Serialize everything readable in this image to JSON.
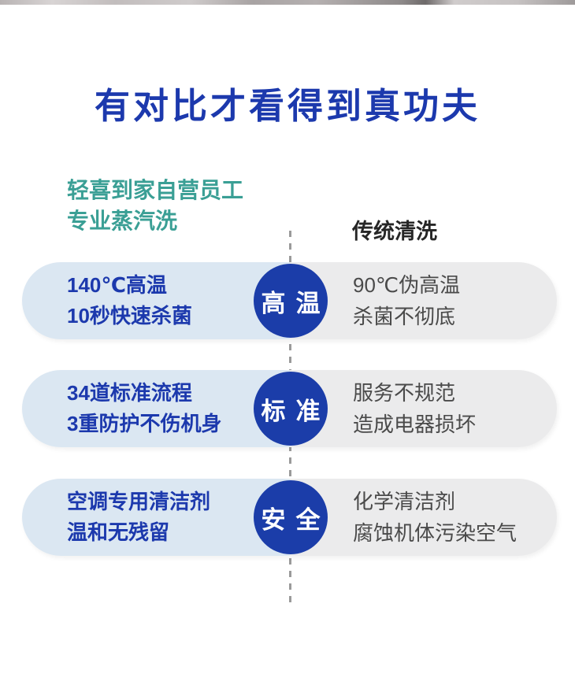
{
  "page": {
    "title": "有对比才看得到真功夫"
  },
  "columns": {
    "left": {
      "line1": "轻喜到家自营员工",
      "line2": "专业蒸汽洗"
    },
    "right": {
      "label": "传统清洗"
    }
  },
  "rows": [
    {
      "badge": "高温",
      "left_line1": "140℃高温",
      "left_line2": "10秒快速杀菌",
      "right_line1": "90℃伪高温",
      "right_line2": "杀菌不彻底"
    },
    {
      "badge": "标准",
      "left_line1": "34道标准流程",
      "left_line2": "3重防护不伤机身",
      "right_line1": "服务不规范",
      "right_line2": "造成电器损坏"
    },
    {
      "badge": "安全",
      "left_line1": "空调专用清洁剂",
      "left_line2": "温和无残留",
      "right_line1": "化学清洁剂",
      "right_line2": "腐蚀机体污染空气"
    }
  ],
  "colors": {
    "primary_blue": "#1c39ad",
    "badge_blue": "#1b3da9",
    "teal": "#3a9f95",
    "pill_left_bg": "#dbe7f2",
    "pill_right_bg": "#ebebec",
    "header_dark": "#262626",
    "body_gray": "#4a4a4a"
  }
}
